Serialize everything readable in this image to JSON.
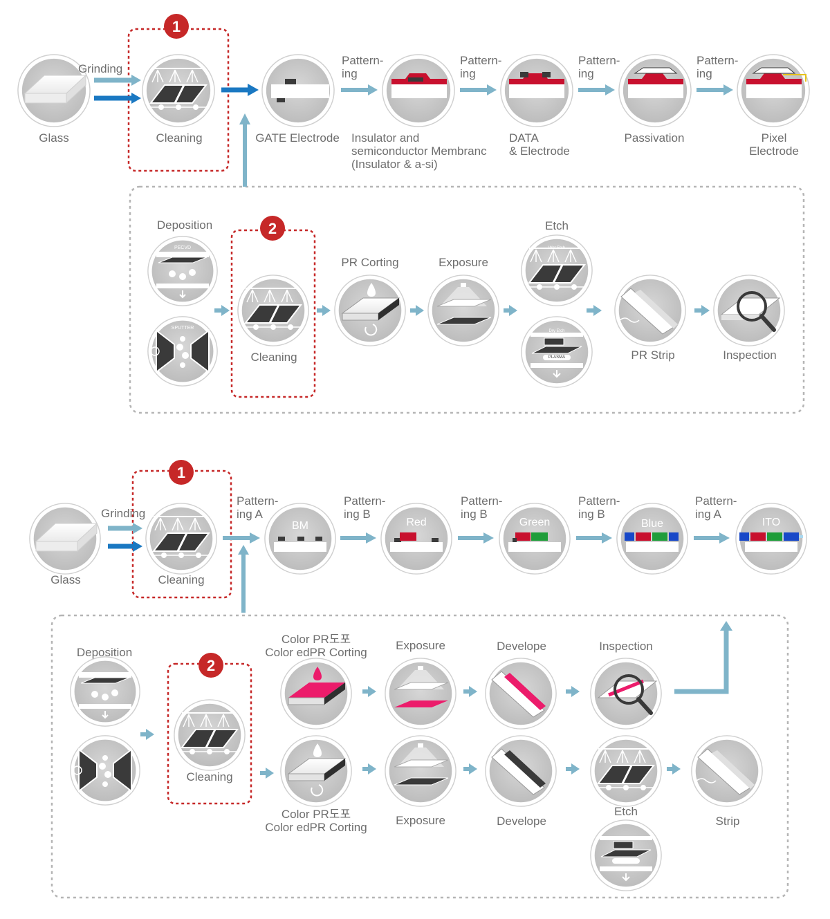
{
  "colors": {
    "arrow_light": "#7fb4c9",
    "arrow_dark": "#1a78c2",
    "badge": "#c62828",
    "dash_red": "#c62828",
    "dash_gray": "#b5b5b5",
    "circle": "#c9c9c9",
    "red": "#c8102e",
    "green": "#1f9d3a",
    "blue": "#1848c8",
    "magenta": "#ec1c6b"
  },
  "tft": {
    "main": {
      "glass": "Glass",
      "grinding": "Grinding",
      "cleaning": "Cleaning",
      "badge": "1",
      "gate": "GATE Electrode",
      "patterning": "Pattern-\ning",
      "insulator": "Insulator and\nsemiconductor Membranc\n(Insulator & a-si)",
      "data": "DATA\n& Electrode",
      "passivation": "Passivation",
      "pixel": "Pixel\nElectrode"
    },
    "sub": {
      "deposition": "Deposition",
      "badge": "2",
      "cleaning": "Cleaning",
      "pr_coating": "PR Corting",
      "exposure": "Exposure",
      "etch": "Etch",
      "pr_strip": "PR Strip",
      "inspection": "Inspection",
      "pecvd": "PECVD",
      "sputter": "SPUTTER",
      "wet_etch": "Wet Etch",
      "dry_etch": "Dry Etch",
      "plasma": "PLASMA"
    }
  },
  "cf": {
    "main": {
      "glass": "Glass",
      "grinding": "Grinding",
      "cleaning": "Cleaning",
      "badge": "1",
      "patterning_a": "Pattern-\ning A",
      "patterning_b": "Pattern-\ning B",
      "bm": "BM",
      "red": "Red",
      "green": "Green",
      "blue": "Blue",
      "ito": "ITO"
    },
    "sub": {
      "deposition": "Deposition",
      "badge": "2",
      "cleaning": "Cleaning",
      "color_pr": "Color PR도포\nColor edPR Corting",
      "exposure": "Exposure",
      "develope": "Develope",
      "inspection": "Inspection",
      "etch": "Etch",
      "strip": "Strip"
    }
  }
}
